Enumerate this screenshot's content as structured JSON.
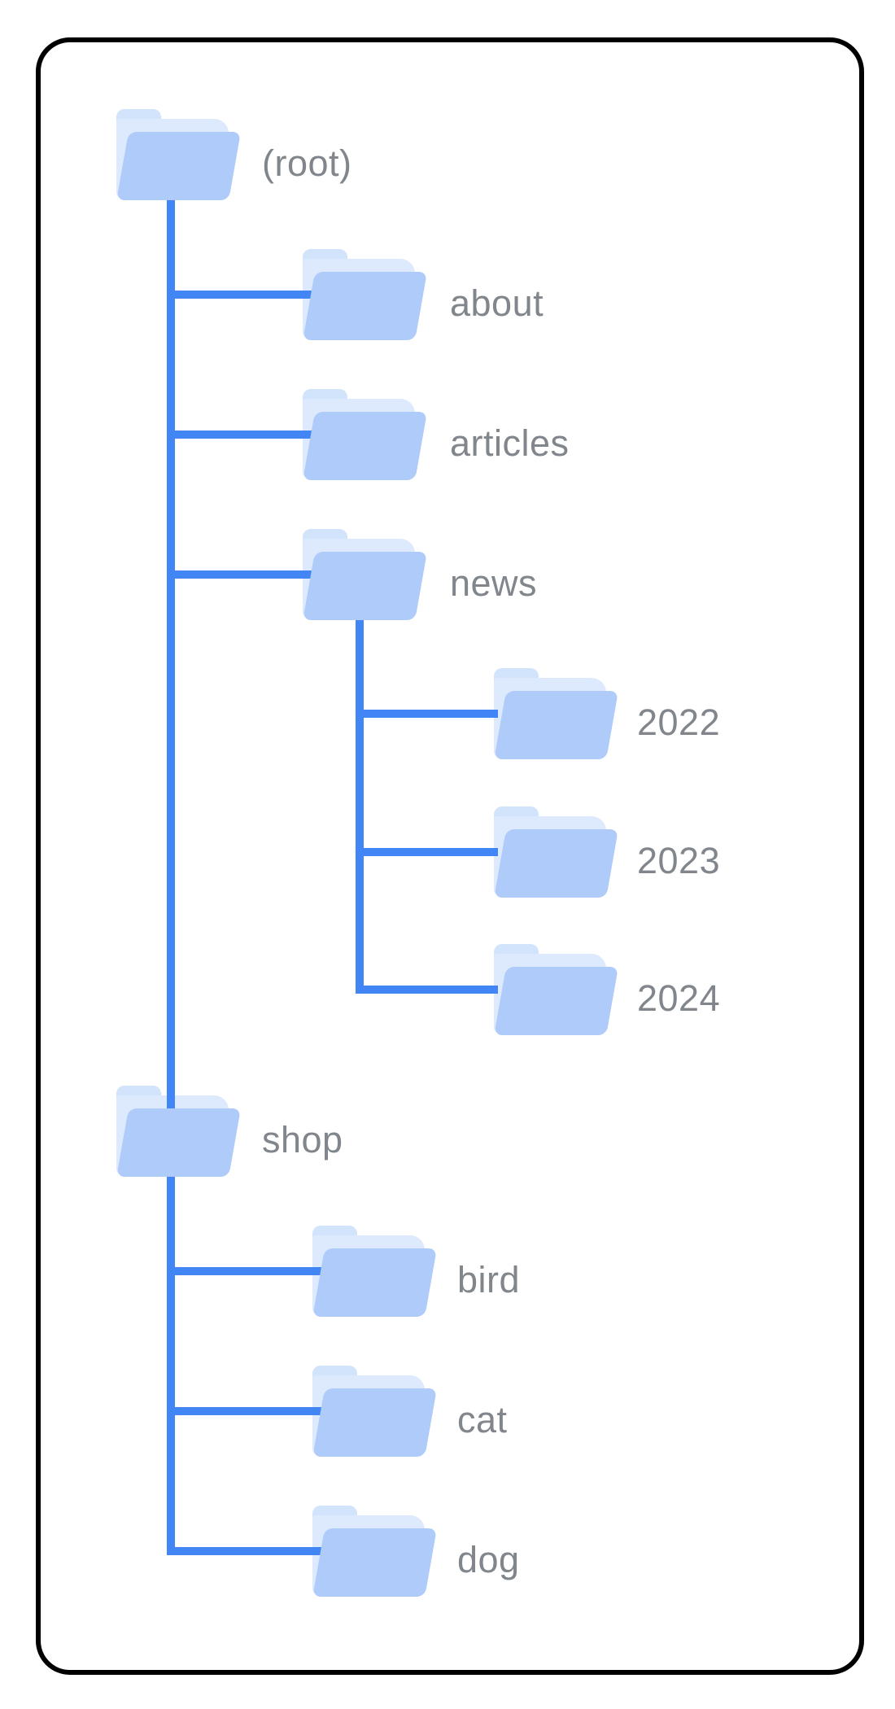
{
  "colors": {
    "background": "#ffffff",
    "frame-border": "#000000",
    "connector": "#4285f4",
    "folder-tab": "#d2e3fc",
    "folder-back": "#dde9fd",
    "folder-front": "#aecbfa",
    "label-text": "#80868b"
  },
  "labels": {
    "root": "(root)",
    "about": "about",
    "articles": "articles",
    "news": "news",
    "y2022": "2022",
    "y2023": "2023",
    "y2024": "2024",
    "shop": "shop",
    "bird": "bird",
    "cat": "cat",
    "dog": "dog"
  },
  "hierarchy": {
    "label": "(root)",
    "children": [
      {
        "label": "about"
      },
      {
        "label": "articles"
      },
      {
        "label": "news",
        "children": [
          {
            "label": "2022"
          },
          {
            "label": "2023"
          },
          {
            "label": "2024"
          }
        ]
      },
      {
        "label": "shop",
        "children": [
          {
            "label": "bird"
          },
          {
            "label": "cat"
          },
          {
            "label": "dog"
          }
        ]
      }
    ]
  }
}
